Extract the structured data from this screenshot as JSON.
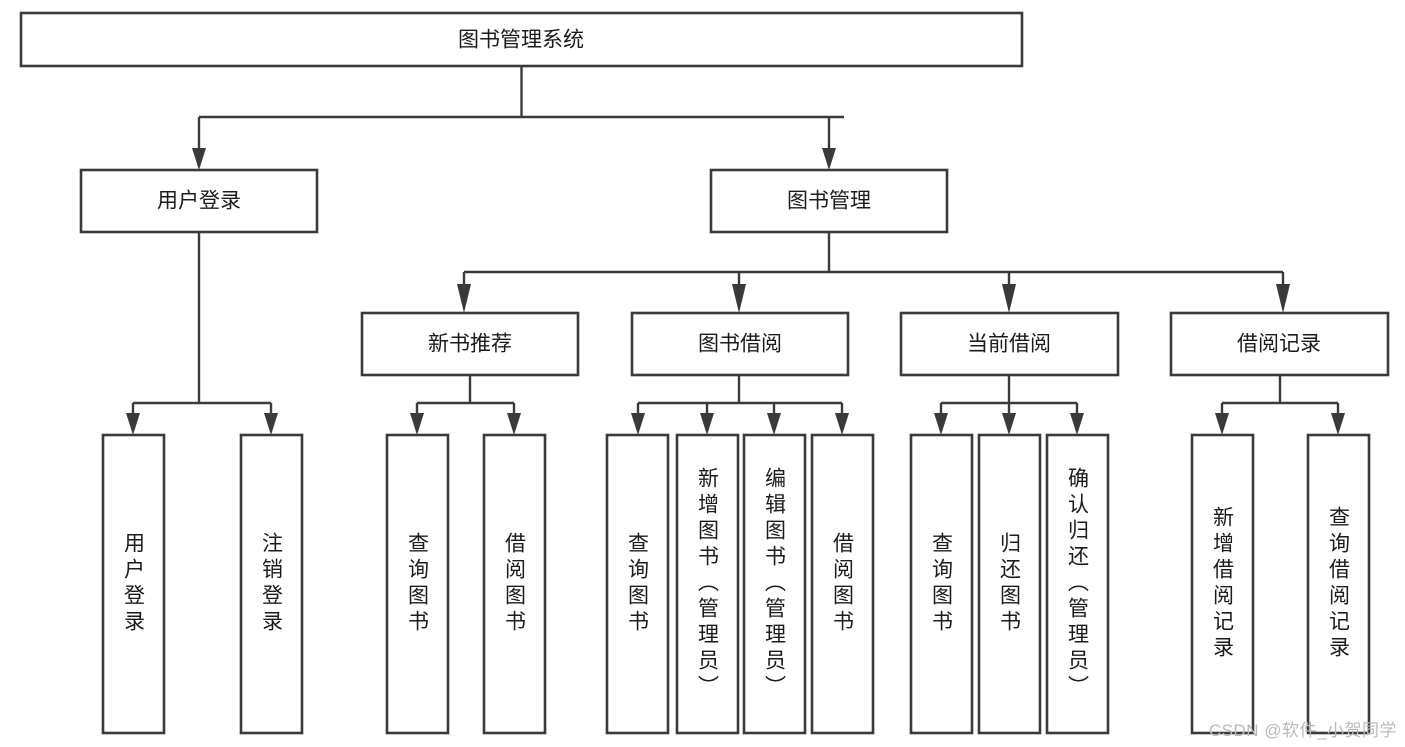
{
  "diagram": {
    "type": "tree-hierarchy",
    "title": "图书管理系统",
    "watermark": "CSDN @软件_小贺同学",
    "colors": {
      "box_stroke": "#3a3a3a",
      "box_fill": "#ffffff",
      "connector": "#3a3a3a",
      "text": "#1b1b1b",
      "watermark": "#b9b9b9"
    },
    "levels": {
      "root": {
        "label": "图书管理系统"
      },
      "level2": [
        {
          "label": "用户登录"
        },
        {
          "label": "图书管理"
        }
      ],
      "level3": [
        {
          "label": "新书推荐"
        },
        {
          "label": "图书借阅"
        },
        {
          "label": "当前借阅"
        },
        {
          "label": "借阅记录"
        }
      ]
    },
    "nodes": {
      "root": "图书管理系统",
      "user_login": "用户登录",
      "book_manage": "图书管理",
      "new_book_rec": "新书推荐",
      "book_borrow": "图书借阅",
      "current_borrow": "当前借阅",
      "borrow_record": "借阅记录",
      "leaf_user_login": "用户登录",
      "leaf_logout": "注销登录",
      "leaf_query_book_1": "查询图书",
      "leaf_borrow_book_1": "借阅图书",
      "leaf_query_book_2": "查询图书",
      "leaf_add_book": "新增图书（管理员）",
      "leaf_edit_book": "编辑图书（管理员）",
      "leaf_borrow_book_2": "借阅图书",
      "leaf_query_book_3": "查询图书",
      "leaf_return_book": "归还图书",
      "leaf_confirm_return": "确认归还（管理员）",
      "leaf_add_record": "新增借阅记录",
      "leaf_query_record": "查询借阅记录"
    },
    "edges": [
      {
        "from": "root",
        "to": "user_login"
      },
      {
        "from": "root",
        "to": "book_manage"
      },
      {
        "from": "user_login",
        "to": "leaf_user_login"
      },
      {
        "from": "user_login",
        "to": "leaf_logout"
      },
      {
        "from": "book_manage",
        "to": "new_book_rec"
      },
      {
        "from": "book_manage",
        "to": "book_borrow"
      },
      {
        "from": "book_manage",
        "to": "current_borrow"
      },
      {
        "from": "book_manage",
        "to": "borrow_record"
      },
      {
        "from": "new_book_rec",
        "to": "leaf_query_book_1"
      },
      {
        "from": "new_book_rec",
        "to": "leaf_borrow_book_1"
      },
      {
        "from": "book_borrow",
        "to": "leaf_query_book_2"
      },
      {
        "from": "book_borrow",
        "to": "leaf_add_book"
      },
      {
        "from": "book_borrow",
        "to": "leaf_edit_book"
      },
      {
        "from": "book_borrow",
        "to": "leaf_borrow_book_2"
      },
      {
        "from": "current_borrow",
        "to": "leaf_query_book_3"
      },
      {
        "from": "current_borrow",
        "to": "leaf_return_book"
      },
      {
        "from": "current_borrow",
        "to": "leaf_confirm_return"
      },
      {
        "from": "borrow_record",
        "to": "leaf_add_record"
      },
      {
        "from": "borrow_record",
        "to": "leaf_query_record"
      }
    ]
  }
}
